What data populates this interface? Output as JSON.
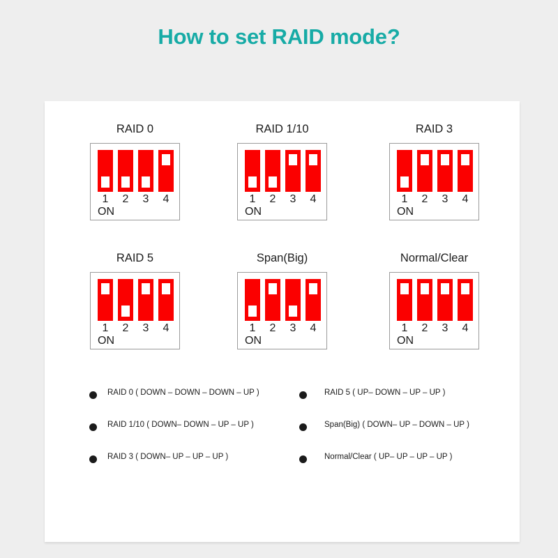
{
  "page": {
    "title": "How to set RAID mode?",
    "title_color": "#17aba6",
    "background_color": "#eeeeee",
    "card_color": "#ffffff"
  },
  "switch_colors": {
    "body": "#fb0000",
    "nub": "#ffffff",
    "box_border": "#9b9b9b"
  },
  "on_label": "ON",
  "switch_numbers": [
    "1",
    "2",
    "3",
    "4"
  ],
  "modes": [
    {
      "id": "raid-0",
      "label": "RAID 0",
      "positions": [
        "down",
        "down",
        "down",
        "up"
      ]
    },
    {
      "id": "raid-1-10",
      "label": "RAID  1/10",
      "positions": [
        "down",
        "down",
        "up",
        "up"
      ]
    },
    {
      "id": "raid-3",
      "label": "RAID 3",
      "positions": [
        "down",
        "up",
        "up",
        "up"
      ]
    },
    {
      "id": "raid-5",
      "label": "RAID 5",
      "positions": [
        "up",
        "down",
        "up",
        "up"
      ]
    },
    {
      "id": "span-big",
      "label": "Span(Big)",
      "positions": [
        "down",
        "up",
        "down",
        "up"
      ]
    },
    {
      "id": "normal-clear",
      "label": "Normal/Clear",
      "positions": [
        "up",
        "up",
        "up",
        "up"
      ]
    }
  ],
  "legend": {
    "left": [
      "RAID 0 ( DOWN – DOWN – DOWN – UP )",
      "RAID 1/10 ( DOWN– DOWN – UP – UP )",
      "RAID 3 ( DOWN– UP  – UP – UP )"
    ],
    "right": [
      "RAID 5  ( UP– DOWN – UP – UP )",
      "Span(Big)  ( DOWN– UP – DOWN – UP )",
      "Normal/Clear ( UP– UP – UP – UP )"
    ]
  }
}
